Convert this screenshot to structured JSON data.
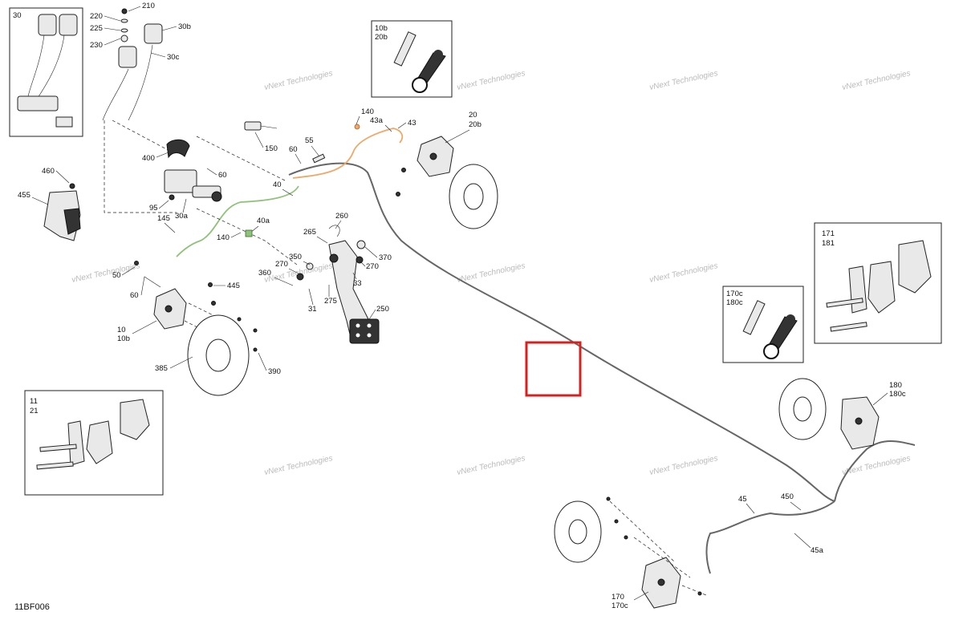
{
  "diagram_code": "11BF006",
  "watermark": "vNext Technologies",
  "colors": {
    "brake_line": "#666666",
    "orange_line": "#f0a868",
    "green_line": "#8fc27a",
    "highlight": "#d82020"
  },
  "labels": {
    "l210": "210",
    "l220": "220",
    "l225": "225",
    "l230": "230",
    "l30b": "30b",
    "l30c": "30c",
    "l140a": "140",
    "l43a": "43a",
    "l43": "43",
    "l20": "20",
    "l20b": "20b",
    "l150": "150",
    "l55": "55",
    "l60a": "60",
    "l400": "400",
    "l60b": "60",
    "l40": "40",
    "l460": "460",
    "l455": "455",
    "l95": "95",
    "l30a": "30a",
    "l145": "145",
    "l140b": "140",
    "l40a": "40a",
    "l260": "260",
    "l265": "265",
    "l370": "370",
    "l350": "350",
    "l270a": "270",
    "l270b": "270",
    "l360": "360",
    "l33": "33",
    "l275": "275",
    "l31": "31",
    "l50": "50",
    "l60c": "60",
    "l445": "445",
    "l10": "10",
    "l10b": "10b",
    "l250": "250",
    "l385": "385",
    "l390": "390",
    "l180": "180",
    "l180c": "180c",
    "l450": "450",
    "l45": "45",
    "l45a": "45a",
    "l170": "170",
    "l170c": "170c"
  },
  "insets": {
    "tl": "30",
    "bleed_top_a": "10b",
    "bleed_top_b": "20b",
    "pads_left_a": "11",
    "pads_left_b": "21",
    "bleed_right_a": "170c",
    "bleed_right_b": "180c",
    "pads_right_a": "171",
    "pads_right_b": "181"
  }
}
